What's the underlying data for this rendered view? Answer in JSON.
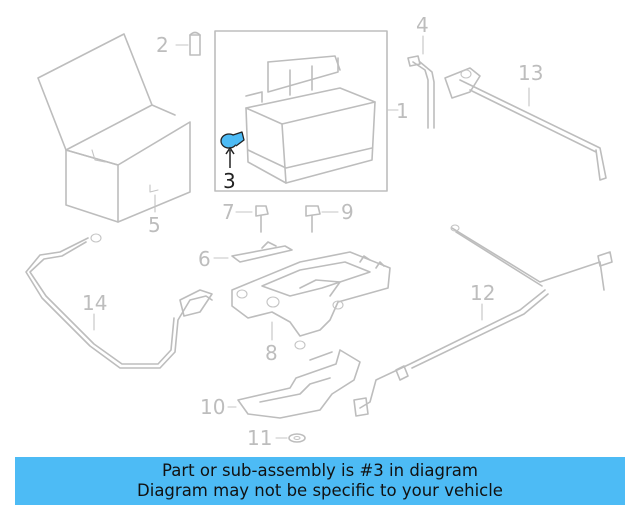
{
  "diagram": {
    "highlight_color": "#4dbbf5",
    "labels": [
      "1",
      "2",
      "3",
      "4",
      "5",
      "6",
      "7",
      "8",
      "9",
      "10",
      "11",
      "12",
      "13",
      "14"
    ],
    "highlighted_label": "3"
  },
  "banner": {
    "line1": "Part or sub-assembly is #3 in diagram",
    "line2": "Diagram may not be specific to your vehicle",
    "background": "#4dbbf5"
  }
}
